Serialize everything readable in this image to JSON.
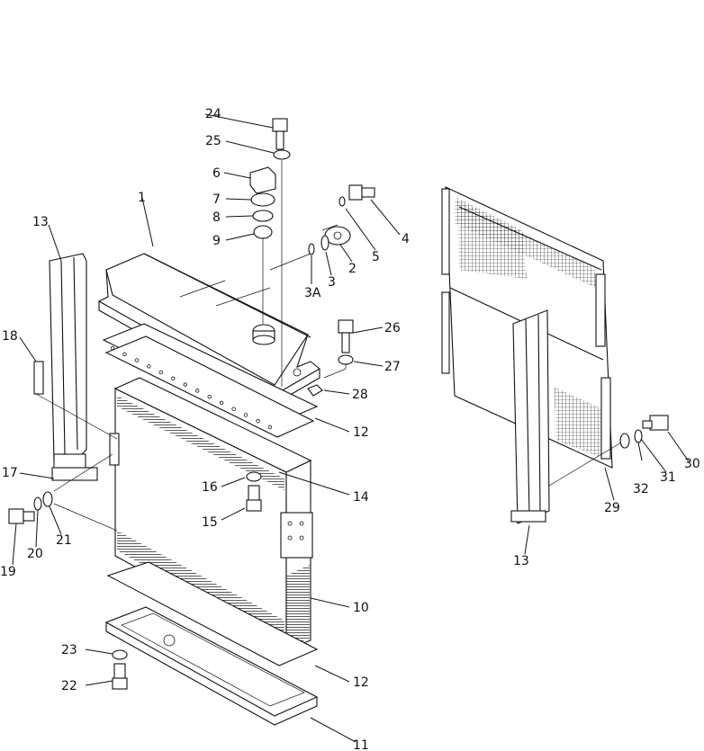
{
  "labels": {
    "p1": "1",
    "p2": "2",
    "p3": "3",
    "p3a": "3A",
    "p4": "4",
    "p5": "5",
    "p6": "6",
    "p7": "7",
    "p8": "8",
    "p9": "9",
    "p10": "10",
    "p11": "11",
    "p12a": "12",
    "p12b": "12",
    "p13a": "13",
    "p13b": "13",
    "p14": "14",
    "p15": "15",
    "p16": "16",
    "p17": "17",
    "p18": "18",
    "p19": "19",
    "p20": "20",
    "p21": "21",
    "p22": "22",
    "p23": "23",
    "p24": "24",
    "p25": "25",
    "p26": "26",
    "p27": "27",
    "p28": "28",
    "p29": "29",
    "p30": "30",
    "p31": "31",
    "p32": "32"
  }
}
